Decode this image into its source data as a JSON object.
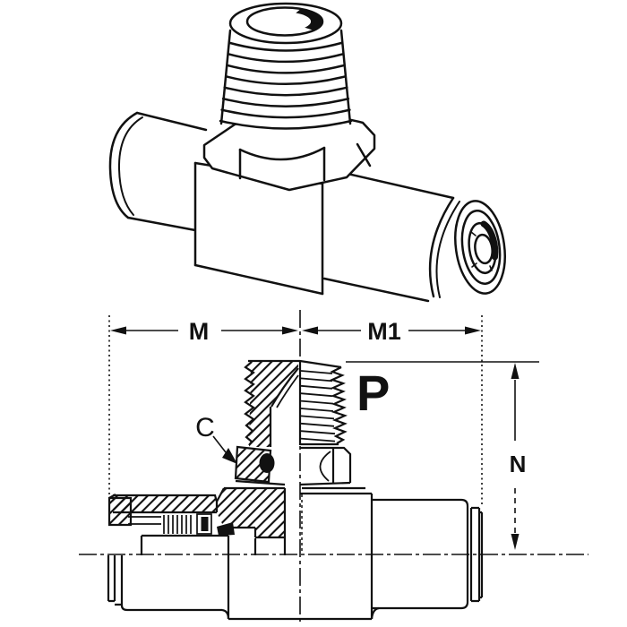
{
  "colors": {
    "ink": "#111111",
    "paper": "#ffffff"
  },
  "labels": {
    "dim_m": "M",
    "dim_m1": "M1",
    "port_thread": "P",
    "seal_callout": "C",
    "dim_n": "N"
  }
}
